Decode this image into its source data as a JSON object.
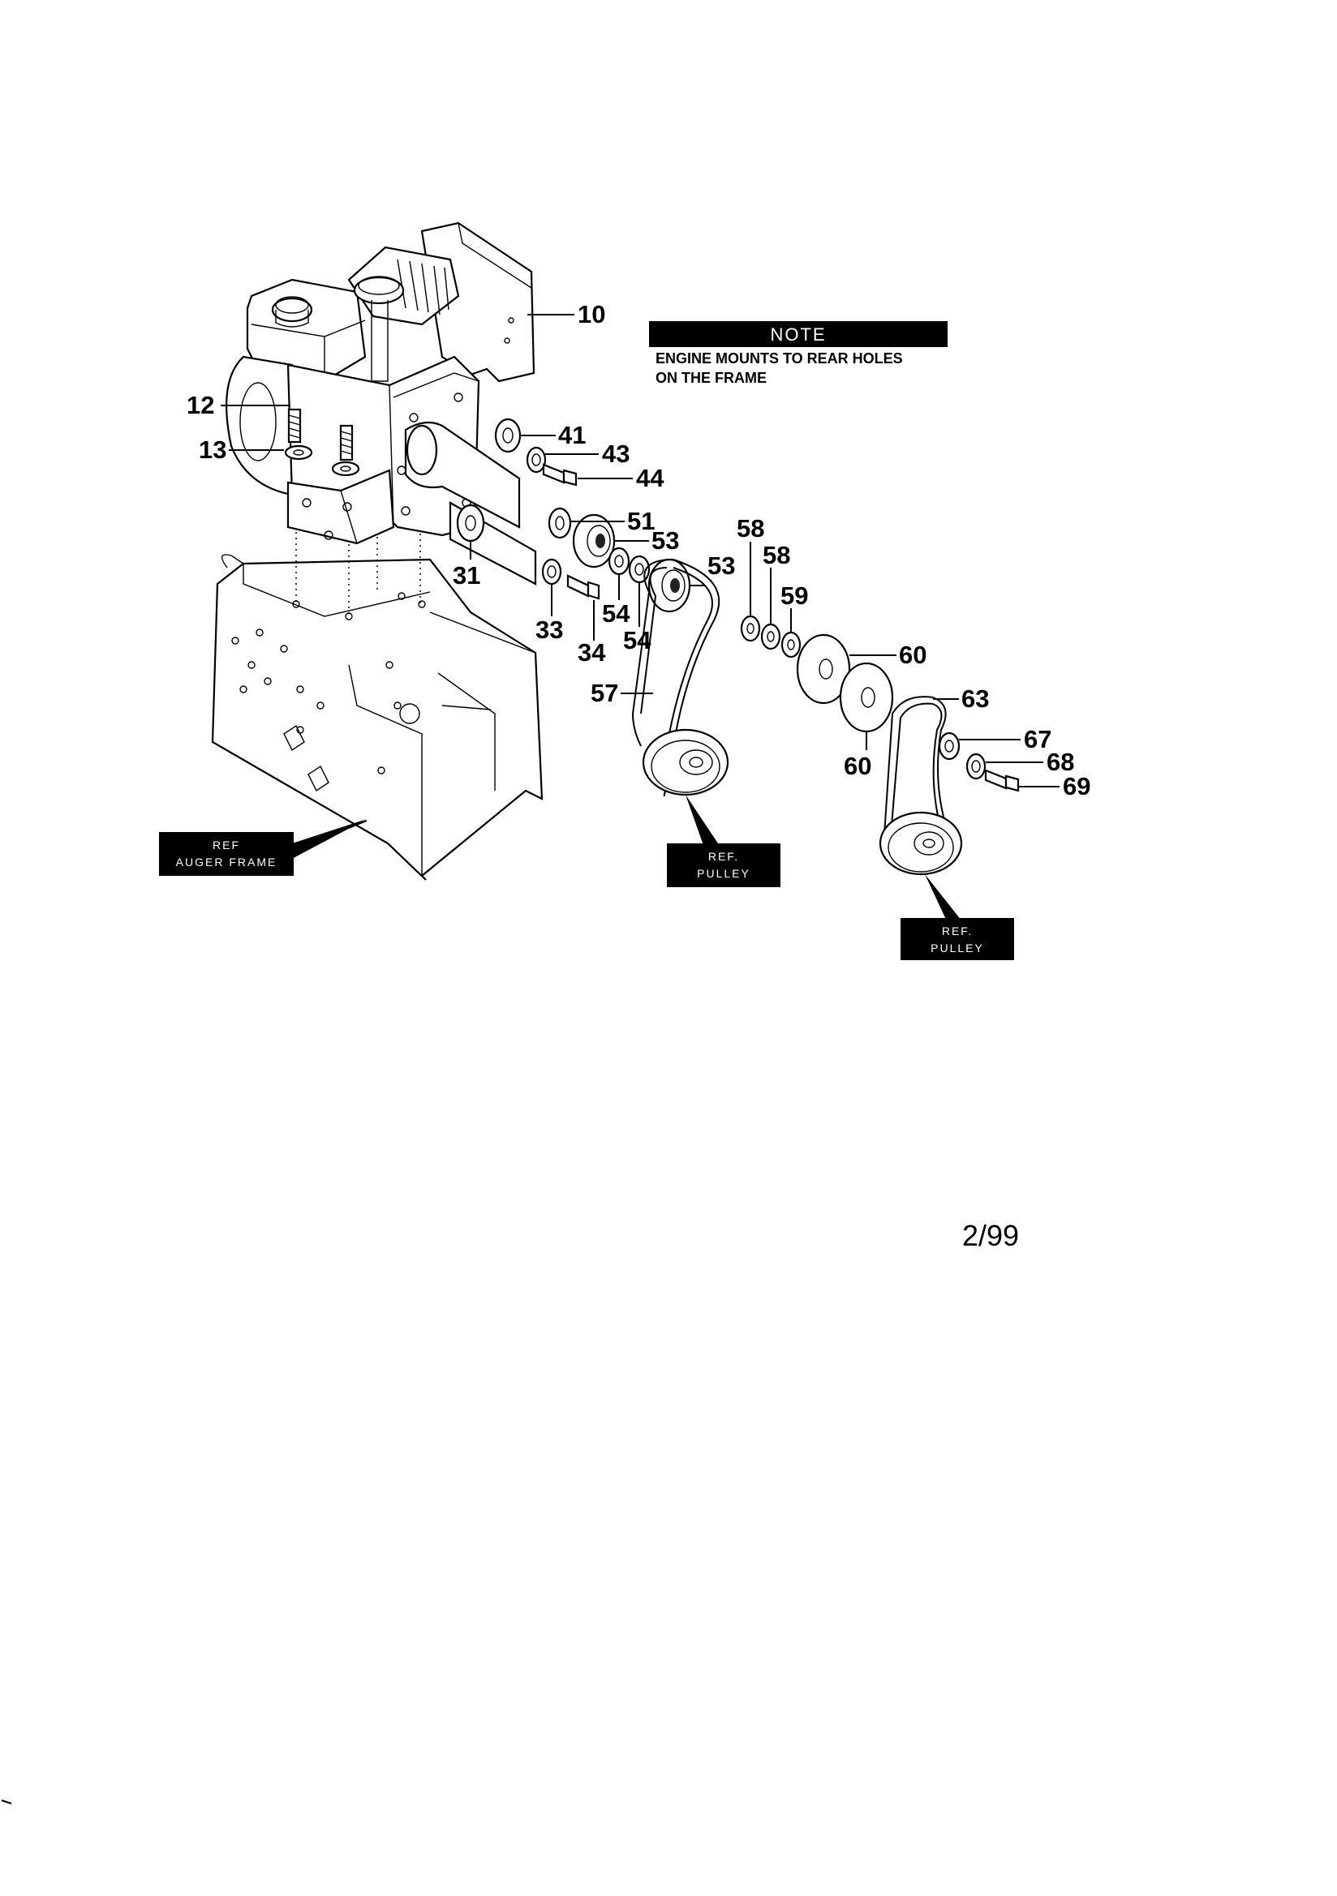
{
  "note": {
    "heading": "NOTE",
    "line1": "ENGINE MOUNTS TO REAR HOLES",
    "line2": "ON THE FRAME"
  },
  "refs": {
    "auger_frame_1": "REF",
    "auger_frame_2": "AUGER FRAME",
    "pulley_a_1": "REF.",
    "pulley_a_2": "PULLEY",
    "pulley_b_1": "REF.",
    "pulley_b_2": "PULLEY"
  },
  "callouts": {
    "c10": "10",
    "c12": "12",
    "c13": "13",
    "c41": "41",
    "c43": "43",
    "c44": "44",
    "c51": "51",
    "c53a": "53",
    "c53b": "53",
    "c31": "31",
    "c33": "33",
    "c34": "34",
    "c54a": "54",
    "c54b": "54",
    "c58a": "58",
    "c58b": "58",
    "c59": "59",
    "c60a": "60",
    "c60b": "60",
    "c57": "57",
    "c63": "63",
    "c67": "67",
    "c68": "68",
    "c69": "69"
  },
  "date_code": "2/99"
}
